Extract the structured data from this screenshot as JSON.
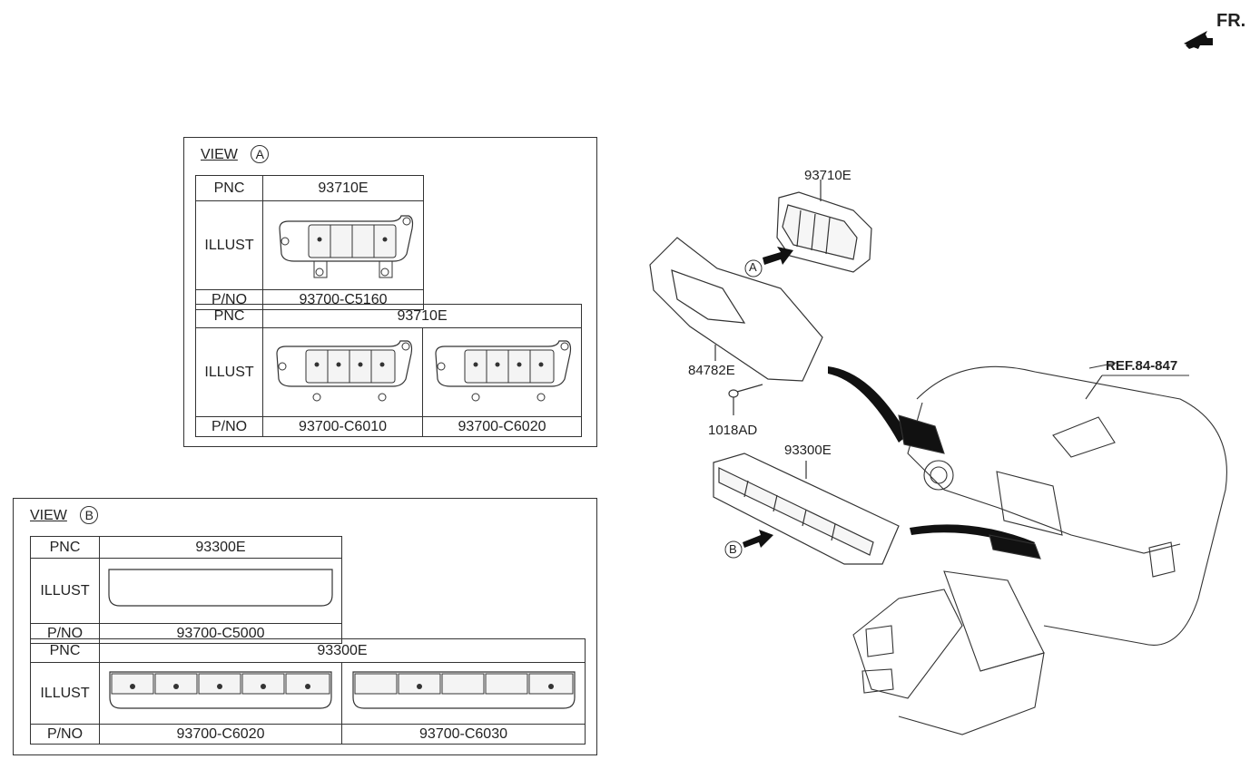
{
  "header": {
    "fr_label": "FR."
  },
  "view_a": {
    "title": "VIEW",
    "marker": "A",
    "table1": {
      "pnc_label": "PNC",
      "pnc_value": "93710E",
      "illust_label": "ILLUST",
      "pno_label": "P/NO",
      "pno_value": "93700-C5160"
    },
    "table2": {
      "pnc_label": "PNC",
      "pnc_value": "93710E",
      "illust_label": "ILLUST",
      "pno_label": "P/NO",
      "pno_values": [
        "93700-C6010",
        "93700-C6020"
      ]
    }
  },
  "view_b": {
    "title": "VIEW",
    "marker": "B",
    "table1": {
      "pnc_label": "PNC",
      "pnc_value": "93300E",
      "illust_label": "ILLUST",
      "pno_label": "P/NO",
      "pno_value": "93700-C5000"
    },
    "table2": {
      "pnc_label": "PNC",
      "pnc_value": "93300E",
      "illust_label": "ILLUST",
      "pno_label": "P/NO",
      "pno_values": [
        "93700-C6020",
        "93700-C6030"
      ]
    }
  },
  "callouts": {
    "part_switch_upper": "93710E",
    "part_panel": "84782E",
    "part_screw": "1018AD",
    "part_switch_lower": "93300E",
    "ref": "REF.84-847",
    "marker_a": "A",
    "marker_b": "B"
  }
}
